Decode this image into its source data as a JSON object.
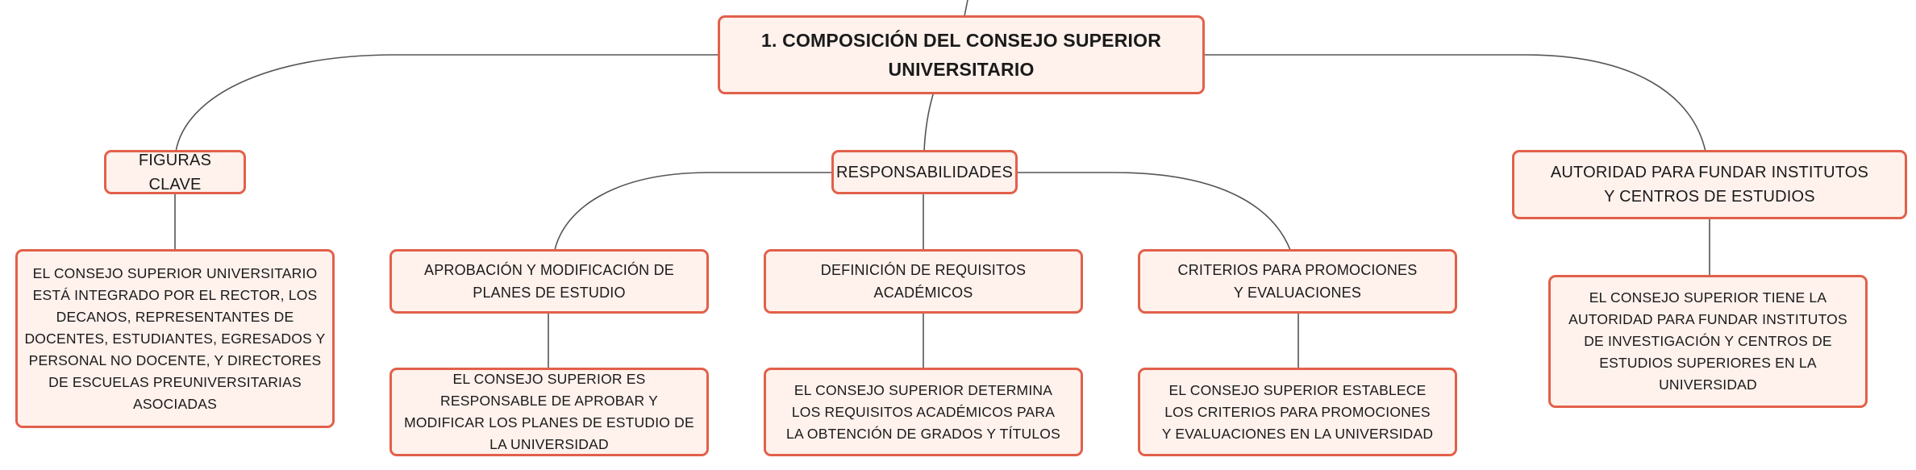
{
  "colors": {
    "border": "#e2604a",
    "fill": "#fff1ec",
    "line": "#555555"
  },
  "root": {
    "text": "1. COMPOSICIÓN DEL CONSEJO SUPERIOR UNIVERSITARIO"
  },
  "figuras": {
    "title": "FIGURAS CLAVE",
    "detail": "EL CONSEJO SUPERIOR UNIVERSITARIO ESTÁ INTEGRADO POR EL RECTOR, LOS DECANOS, REPRESENTANTES DE DOCENTES, ESTUDIANTES, EGRESADOS Y PERSONAL NO DOCENTE, Y DIRECTORES DE ESCUELAS PREUNIVERSITARIAS ASOCIADAS"
  },
  "responsabilidades": {
    "title": "RESPONSABILIDADES",
    "items": [
      {
        "title": "APROBACIÓN Y MODIFICACIÓN DE PLANES DE ESTUDIO",
        "detail": "EL CONSEJO SUPERIOR ES RESPONSABLE DE APROBAR Y MODIFICAR LOS PLANES DE ESTUDIO DE LA UNIVERSIDAD"
      },
      {
        "title": "DEFINICIÓN DE REQUISITOS ACADÉMICOS",
        "detail": "EL CONSEJO SUPERIOR DETERMINA LOS REQUISITOS ACADÉMICOS PARA LA OBTENCIÓN DE GRADOS Y TÍTULOS"
      },
      {
        "title": "CRITERIOS PARA PROMOCIONES Y EVALUACIONES",
        "detail": "EL CONSEJO SUPERIOR ESTABLECE LOS CRITERIOS PARA PROMOCIONES Y EVALUACIONES EN LA UNIVERSIDAD"
      }
    ]
  },
  "autoridad": {
    "title": "AUTORIDAD PARA FUNDAR INSTITUTOS Y CENTROS DE ESTUDIOS",
    "detail": "EL CONSEJO SUPERIOR TIENE LA AUTORIDAD PARA FUNDAR INSTITUTOS DE INVESTIGACIÓN Y CENTROS DE ESTUDIOS SUPERIORES EN LA UNIVERSIDAD"
  }
}
